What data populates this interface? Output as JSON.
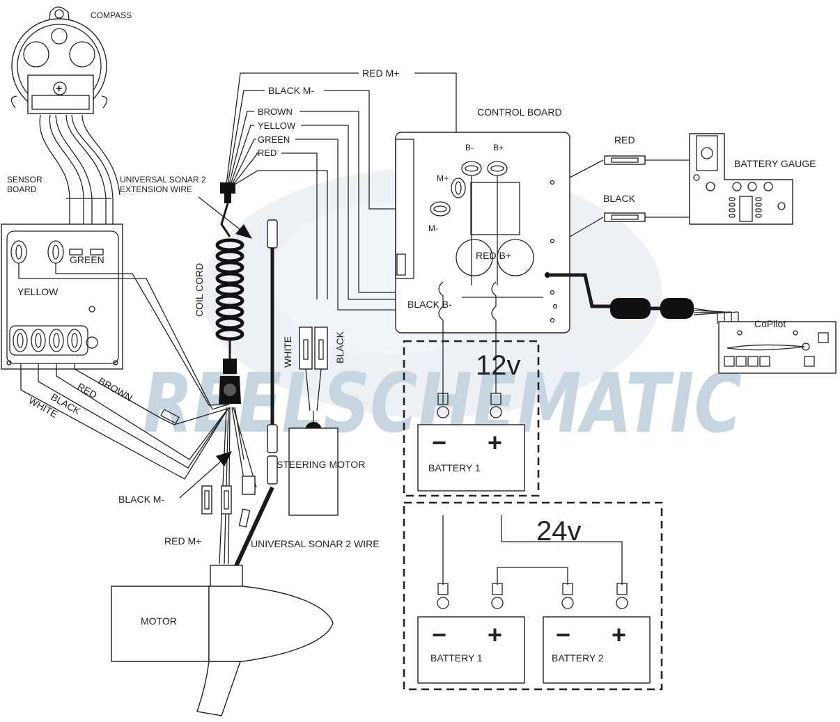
{
  "watermark": "REELSCHEMATIC",
  "colors": {
    "watermark_blue": "#9bb3c9",
    "watermark_orange": "#f3c27a",
    "line": "#222222"
  },
  "labels": {
    "compass": "COMPASS",
    "sensor_board": "SENSOR\nBOARD",
    "green": "GREEN",
    "yellow": "YELLOW",
    "brown_low": "BROWN",
    "red_low": "RED",
    "black_low": "BLACK",
    "white_low": "WHITE",
    "extension_wire": "UNIVERSAL SONAR 2\nEXTENSION WIRE",
    "coil_cord": "COIL CORD",
    "red_m_plus_top": "RED M+",
    "black_m_minus_top": "BLACK M-",
    "brown_top": "BROWN",
    "yellow_top": "YELLOW",
    "green_top": "GREEN",
    "red_top": "RED",
    "control_board": "CONTROL BOARD",
    "b_minus": "B-",
    "b_plus": "B+",
    "m_plus": "M+",
    "m_minus": "M-",
    "red_b_plus": "RED B+",
    "black_b_minus": "BLACK B-",
    "white_conn": "WHITE",
    "black_conn": "BLACK",
    "steering_motor": "STEERING MOTOR",
    "black_m_minus_low": "BLACK M-",
    "red_m_plus_low": "RED M+",
    "sonar_wire": "UNIVERSAL SONAR 2 WIRE",
    "motor": "MOTOR",
    "gauge_red": "RED",
    "gauge_black": "BLACK",
    "battery_gauge": "BATTERY GAUGE",
    "copilot": "CoPilot",
    "v12": "12v",
    "v24": "24v",
    "battery1_12": "BATTERY 1",
    "battery1_24": "BATTERY 1",
    "battery2_24": "BATTERY 2",
    "minus": "−",
    "plus": "+"
  }
}
